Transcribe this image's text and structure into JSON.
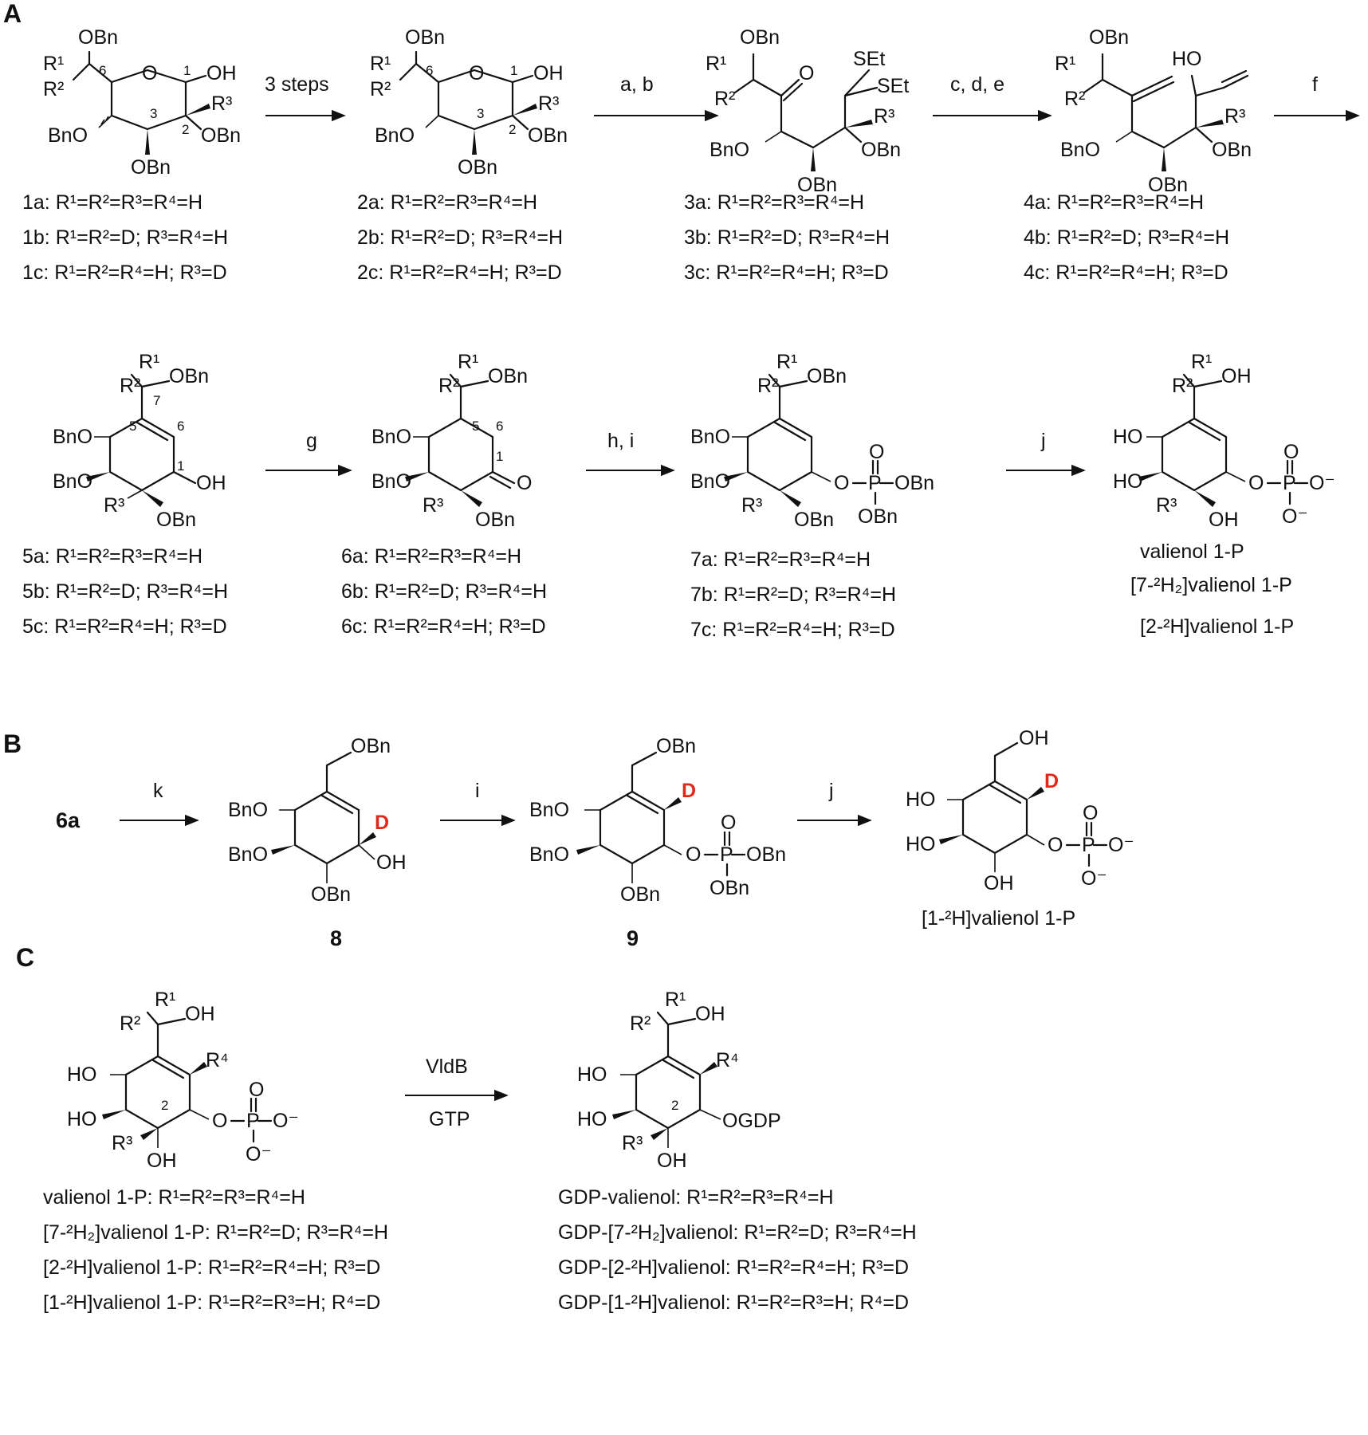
{
  "panels": {
    "a": "A",
    "b": "B",
    "c": "C"
  },
  "conditions": {
    "step1": "3 steps",
    "step2": "a, b",
    "step3": "c, d, e",
    "step4": "f",
    "step5": "g",
    "step6": "h, i",
    "step7": "j",
    "stepB1": "k",
    "stepB2": "i",
    "stepB3": "j",
    "stepC_top": "VldB",
    "stepC_bottom": "GTP"
  },
  "rows": {
    "a1": [
      "1a: R¹=R²=R³=R⁴=H",
      "1b: R¹=R²=D; R³=R⁴=H",
      "1c: R¹=R²=R⁴=H; R³=D"
    ],
    "a2": [
      "2a: R¹=R²=R³=R⁴=H",
      "2b: R¹=R²=D; R³=R⁴=H",
      "2c: R¹=R²=R⁴=H; R³=D"
    ],
    "a3": [
      "3a: R¹=R²=R³=R⁴=H",
      "3b: R¹=R²=D; R³=R⁴=H",
      "3c: R¹=R²=R⁴=H; R³=D"
    ],
    "a4": [
      "4a: R¹=R²=R³=R⁴=H",
      "4b: R¹=R²=D; R³=R⁴=H",
      "4c: R¹=R²=R⁴=H; R³=D"
    ],
    "a5": [
      "5a: R¹=R²=R³=R⁴=H",
      "5b: R¹=R²=D; R³=R⁴=H",
      "5c: R¹=R²=R⁴=H; R³=D"
    ],
    "a6": [
      "6a: R¹=R²=R³=R⁴=H",
      "6b: R¹=R²=D; R³=R⁴=H",
      "6c: R¹=R²=R⁴=H; R³=D"
    ],
    "a7": [
      "7a: R¹=R²=R³=R⁴=H",
      "7b: R¹=R²=D; R³=R⁴=H",
      "7c: R¹=R²=R⁴=H; R³=D"
    ],
    "products": [
      "valienol 1-P",
      "[7-²H₂]valienol 1-P",
      "[2-²H]valienol 1-P"
    ]
  },
  "panel_b": {
    "start": "6a",
    "cpd8": "8",
    "cpd9": "9",
    "product": "[1-²H]valienol 1-P",
    "deuterium_color": "#e0281c"
  },
  "panel_c": {
    "left_rows": [
      "valienol 1-P: R¹=R²=R³=R⁴=H",
      "[7-²H₂]valienol 1-P: R¹=R²=D; R³=R⁴=H",
      "[2-²H]valienol 1-P: R¹=R²=R⁴=H; R³=D",
      "[1-²H]valienol 1-P: R¹=R²=R³=H; R⁴=D"
    ],
    "right_rows": [
      "GDP-valienol: R¹=R²=R³=R⁴=H",
      "GDP-[7-²H₂]valienol: R¹=R²=D; R³=R⁴=H",
      "GDP-[2-²H]valienol: R¹=R²=R⁴=H; R³=D",
      "GDP-[1-²H]valienol: R¹=R²=R³=H; R⁴=D"
    ]
  },
  "atoms": {
    "obn": "OBn",
    "bno": "BnO",
    "oh": "OH",
    "ho": "HO",
    "o": "O",
    "p": "P",
    "ominus": "O⁻",
    "r1": "R¹",
    "r2": "R²",
    "r3": "R³",
    "r4": "R⁴",
    "set": "SEt",
    "d": "D",
    "ogdp": "OGDP"
  },
  "ring_numbers": {
    "n1": "1",
    "n2": "2",
    "n3": "3",
    "n5": "5",
    "n6": "6",
    "n7": "7"
  }
}
